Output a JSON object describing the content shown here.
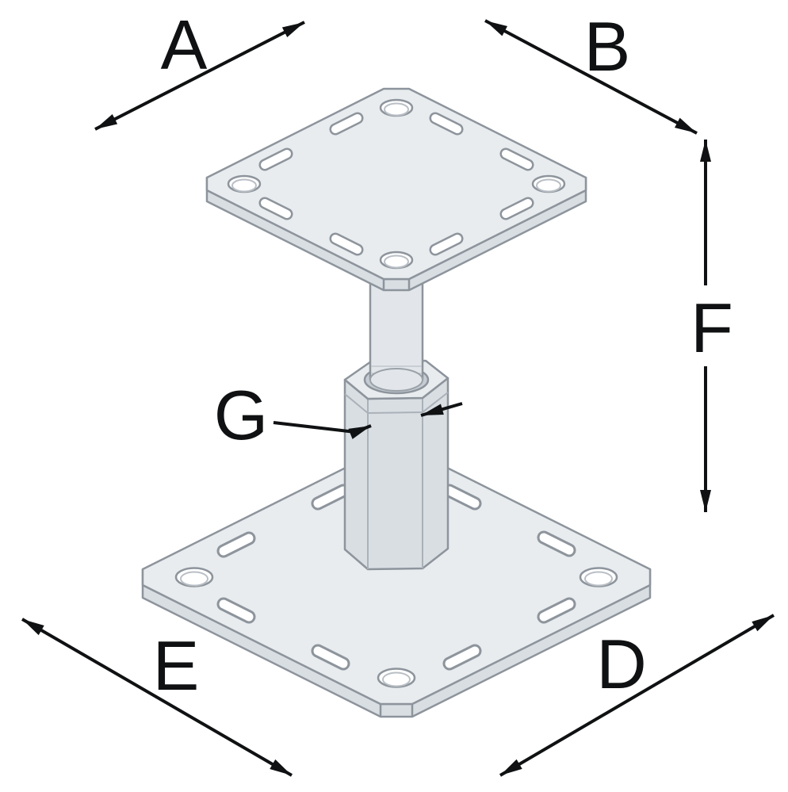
{
  "diagram": {
    "type": "technical-drawing",
    "subject": "adjustable-post-base-with-two-plates-and-threaded-rod",
    "dimension_labels": {
      "a": "A",
      "b": "B",
      "d": "D",
      "e": "E",
      "f": "F",
      "g": "G"
    },
    "colors": {
      "background": "#ffffff",
      "outline": "#8d949c",
      "plate_top": "#e8ecef",
      "plate_side": "#d9dee3",
      "hole_shadow": "#c6ccd2",
      "dimension": "#0f1112"
    }
  }
}
